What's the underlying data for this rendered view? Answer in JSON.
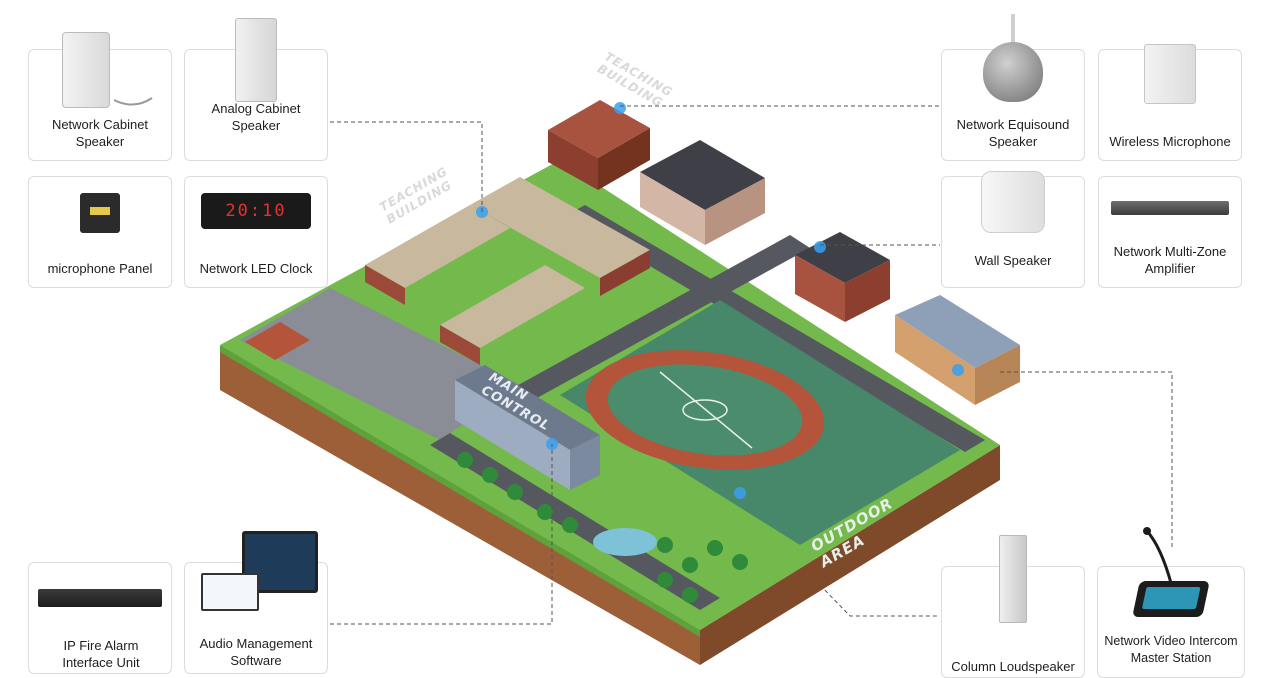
{
  "products": {
    "network_cabinet_speaker": "Network Cabinet Speaker",
    "analog_cabinet_speaker": "Analog Cabinet Speaker",
    "microphone_panel": "microphone Panel",
    "network_led_clock": "Network LED Clock",
    "led_clock_display": "20:10",
    "ip_fire_alarm": "IP Fire Alarm Interface Unit",
    "audio_management": "Audio Management Software",
    "network_equisound": "Network Equisound Speaker",
    "wireless_microphone": "Wireless Microphone",
    "wall_speaker": "Wall Speaker",
    "network_multizone": "Network Multi-Zone Amplifier",
    "column_loudspeaker": "Column Loudspeaker",
    "video_intercom": "Network Video Intercom Master Station"
  },
  "areas": {
    "teaching_building_top": "TEACHING BUILDING",
    "teaching_building_left": "TEACHING BUILDING",
    "main_control": "MAIN CONTROL",
    "outdoor_area": "OUTDOOR AREA"
  },
  "colors": {
    "grass": "#6fb94a",
    "soil": "#a0643c",
    "road": "#55585f",
    "track": "#b4543a",
    "field": "#3f8064",
    "building_brick": "#9b4a3a",
    "hotspot": "#3aa0f0"
  }
}
